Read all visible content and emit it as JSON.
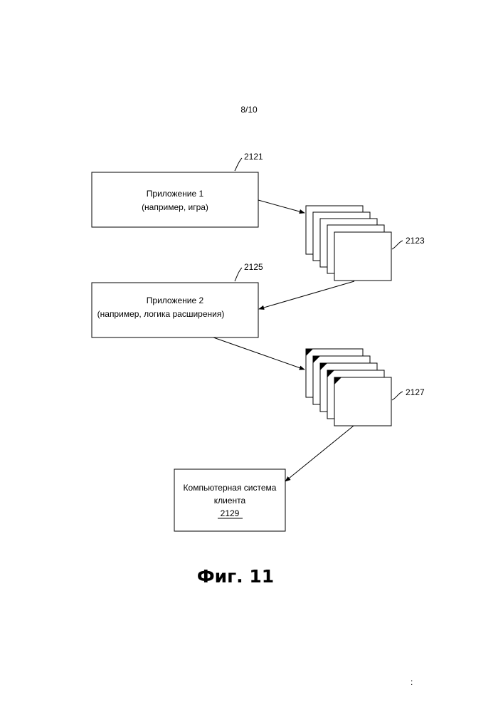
{
  "page_number": "8/10",
  "figure_caption": "Фиг. 11",
  "refs": {
    "app1": "2121",
    "frames1": "2123",
    "app2": "2125",
    "frames2": "2127"
  },
  "app1": {
    "line1": "Приложение 1",
    "line2": "(например, игра)"
  },
  "app2": {
    "line1": "Приложение 2",
    "line2": "(например, логика расширения)"
  },
  "client": {
    "line1": "Компьютерная система",
    "line2": "клиента",
    "ref": "2129"
  },
  "footer_mark": ":"
}
